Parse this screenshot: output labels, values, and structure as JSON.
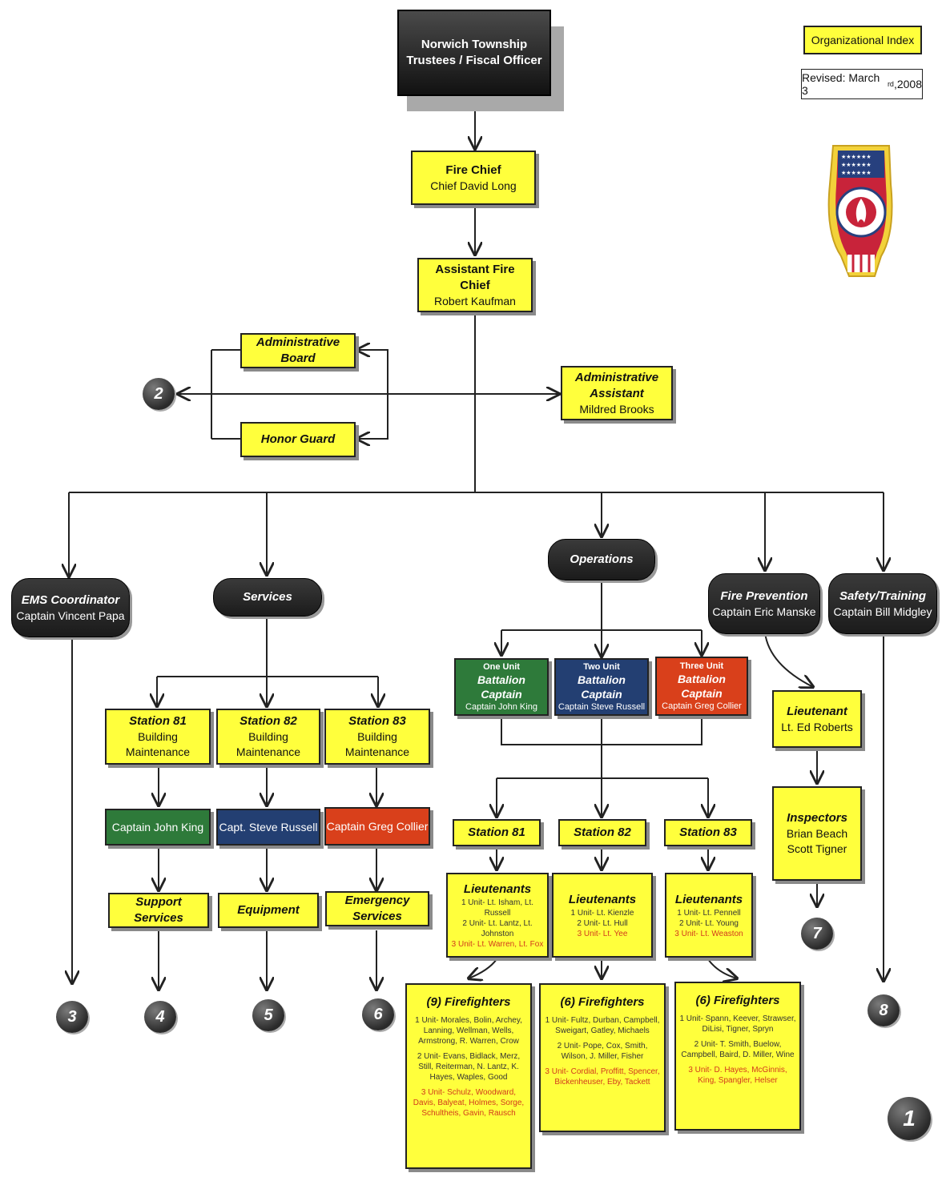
{
  "index": {
    "label": "Organizational Index",
    "revised_prefix": "Revised: March 3",
    "revised_sup": "rd",
    "revised_suffix": " ,2008"
  },
  "top": {
    "line1": "Norwich Township",
    "line2": "Trustees / Fiscal Officer"
  },
  "fire_chief": {
    "title": "Fire Chief",
    "name": "Chief David Long"
  },
  "assistant_chief": {
    "title": "Assistant Fire Chief",
    "name": "Robert Kaufman"
  },
  "admin_board": "Administrative Board",
  "honor_guard": "Honor Guard",
  "admin_assistant": {
    "title": "Administrative Assistant",
    "name": "Mildred Brooks"
  },
  "divisions": {
    "ems": {
      "title": "EMS Coordinator",
      "name": "Captain Vincent Papa"
    },
    "services": {
      "title": "Services"
    },
    "operations": {
      "title": "Operations"
    },
    "fire_prevention": {
      "title": "Fire Prevention",
      "name": "Captain Eric Manske"
    },
    "safety": {
      "title": "Safety/Training",
      "name": "Captain Bill Midgley"
    }
  },
  "battalion": [
    {
      "unit": "One Unit",
      "title": "Battalion Captain",
      "name": "Captain John King",
      "color": "#2e7a3a"
    },
    {
      "unit": "Two Unit",
      "title": "Battalion Captain",
      "name": "Captain Steve Russell",
      "color": "#233f72"
    },
    {
      "unit": "Three Unit",
      "title": "Battalion Captain",
      "name": "Captain Greg Collier",
      "color": "#d9401b"
    }
  ],
  "services_stations": [
    {
      "title": "Station 81",
      "sub": "Building Maintenance",
      "captain": "Captain John King",
      "captain_color": "#2e7a3a",
      "dept": "Support Services"
    },
    {
      "title": "Station 82",
      "sub": "Building Maintenance",
      "captain": "Capt. Steve Russell",
      "captain_color": "#233f72",
      "dept": "Equipment"
    },
    {
      "title": "Station 83",
      "sub": "Building Maintenance",
      "captain": "Captain Greg Collier",
      "captain_color": "#d9401b",
      "dept": "Emergency Services"
    }
  ],
  "ops_stations": [
    {
      "title": "Station 81",
      "lt_title": "Lieutenants",
      "lt": [
        "1 Unit- Lt. Isham, Lt. Russell",
        "2 Unit- Lt. Lantz, Lt. Johnston",
        "3 Unit- Lt. Warren, Lt. Fox"
      ],
      "ff_title": "(9) Firefighters",
      "ff": [
        "1 Unit- Morales, Bolin, Archey, Lanning, Wellman, Wells, Armstrong, R. Warren, Crow",
        "2 Unit- Evans, Bidlack, Merz, Still, Reiterman, N. Lantz, K. Hayes, Waples, Good",
        "3 Unit- Schulz, Woodward, Davis, Balyeat, Holmes, Sorge, Schultheis, Gavin, Rausch"
      ]
    },
    {
      "title": "Station 82",
      "lt_title": "Lieutenants",
      "lt": [
        "1 Unit- Lt. Kienzle",
        "2 Unit- Lt. Hull",
        "3 Unit- Lt. Yee"
      ],
      "ff_title": "(6) Firefighters",
      "ff": [
        "1 Unit- Fultz, Durban, Campbell, Sweigart, Gatley, Michaels",
        "2 Unit- Pope, Cox, Smith, Wilson, J. Miller, Fisher",
        "3 Unit- Cordial, Proffitt, Spencer, Bickenheuser, Eby, Tackett"
      ]
    },
    {
      "title": "Station 83",
      "lt_title": "Lieutenants",
      "lt": [
        "1 Unit- Lt. Pennell",
        "2 Unit- Lt. Young",
        "3 Unit- Lt. Weaston"
      ],
      "ff_title": "(6) Firefighters",
      "ff": [
        "1 Unit- Spann, Keever, Strawser, DiLisi, Tigner, Spryn",
        "2 Unit- T. Smith, Buelow, Campbell, Baird, D. Miller, Wine",
        "3 Unit- D. Hayes, McGinnis, King, Spangler, Helser"
      ]
    }
  ],
  "prevention": {
    "lt_title": "Lieutenant",
    "lt_name": "Lt. Ed Roberts",
    "insp_title": "Inspectors",
    "insp_names": [
      "Brian Beach",
      "Scott Tigner"
    ]
  },
  "page_refs": [
    "2",
    "3",
    "4",
    "5",
    "6",
    "7",
    "8",
    "1"
  ],
  "colors": {
    "box_yellow": "#ffff3c",
    "dark": "#222222",
    "green": "#2e7a3a",
    "navy": "#233f72",
    "red": "#d9401b"
  }
}
